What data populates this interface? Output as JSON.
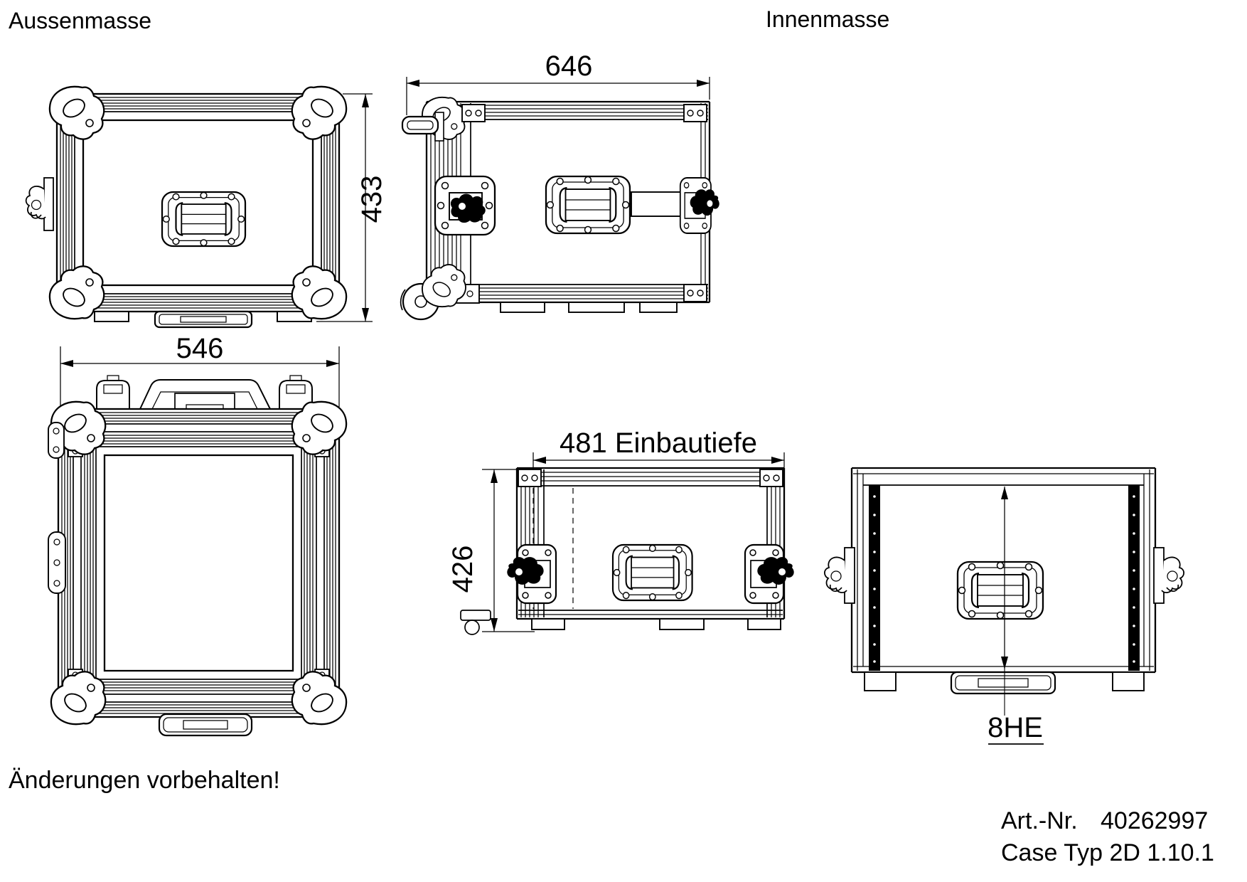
{
  "titles": {
    "outer_section": "Aussenmasse",
    "inner_section": "Innenmasse"
  },
  "dimensions": {
    "front_height": "433",
    "side_width": "646",
    "top_width": "546",
    "install_depth": "481 Einbautiefe",
    "section_height": "426",
    "rack_units": "8HE"
  },
  "footer": {
    "change_note": "Änderungen vorbehalten!",
    "article_label": "Art.-Nr.",
    "article_number": "40262997",
    "case_type": "Case Typ 2D 1.10.1"
  },
  "colors": {
    "drawing_line": "#000000",
    "background": "#ffffff"
  }
}
